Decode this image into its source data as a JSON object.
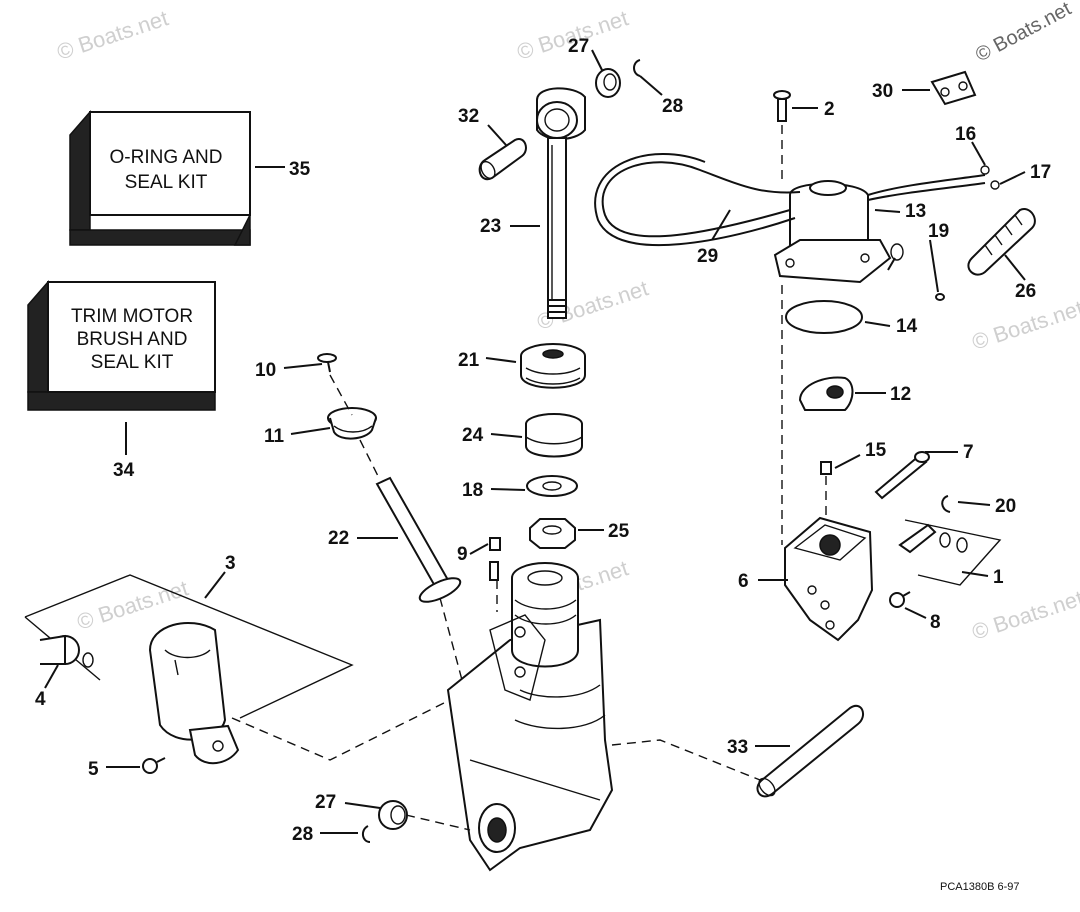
{
  "watermark": "© Boats.net",
  "drawing_code": "PCA1380B  6-97",
  "kits": {
    "seal_kit": {
      "line1": "O-RING AND",
      "line2": "SEAL KIT",
      "number": "35"
    },
    "motor_kit": {
      "line1": "TRIM MOTOR",
      "line2": "BRUSH AND",
      "line3": "SEAL KIT",
      "number": "34"
    }
  },
  "callouts": {
    "c1": "1",
    "c2": "2",
    "c3": "3",
    "c4": "4",
    "c5": "5",
    "c6": "6",
    "c7": "7",
    "c8": "8",
    "c9": "9",
    "c10": "10",
    "c11": "11",
    "c12": "12",
    "c13": "13",
    "c14": "14",
    "c15": "15",
    "c16": "16",
    "c17": "17",
    "c18": "18",
    "c19": "19",
    "c20": "20",
    "c21": "21",
    "c22": "22",
    "c23": "23",
    "c24": "24",
    "c25": "25",
    "c26": "26",
    "c27a": "27",
    "c27b": "27",
    "c28a": "28",
    "c28b": "28",
    "c29": "29",
    "c30": "30",
    "c32": "32",
    "c33": "33"
  }
}
